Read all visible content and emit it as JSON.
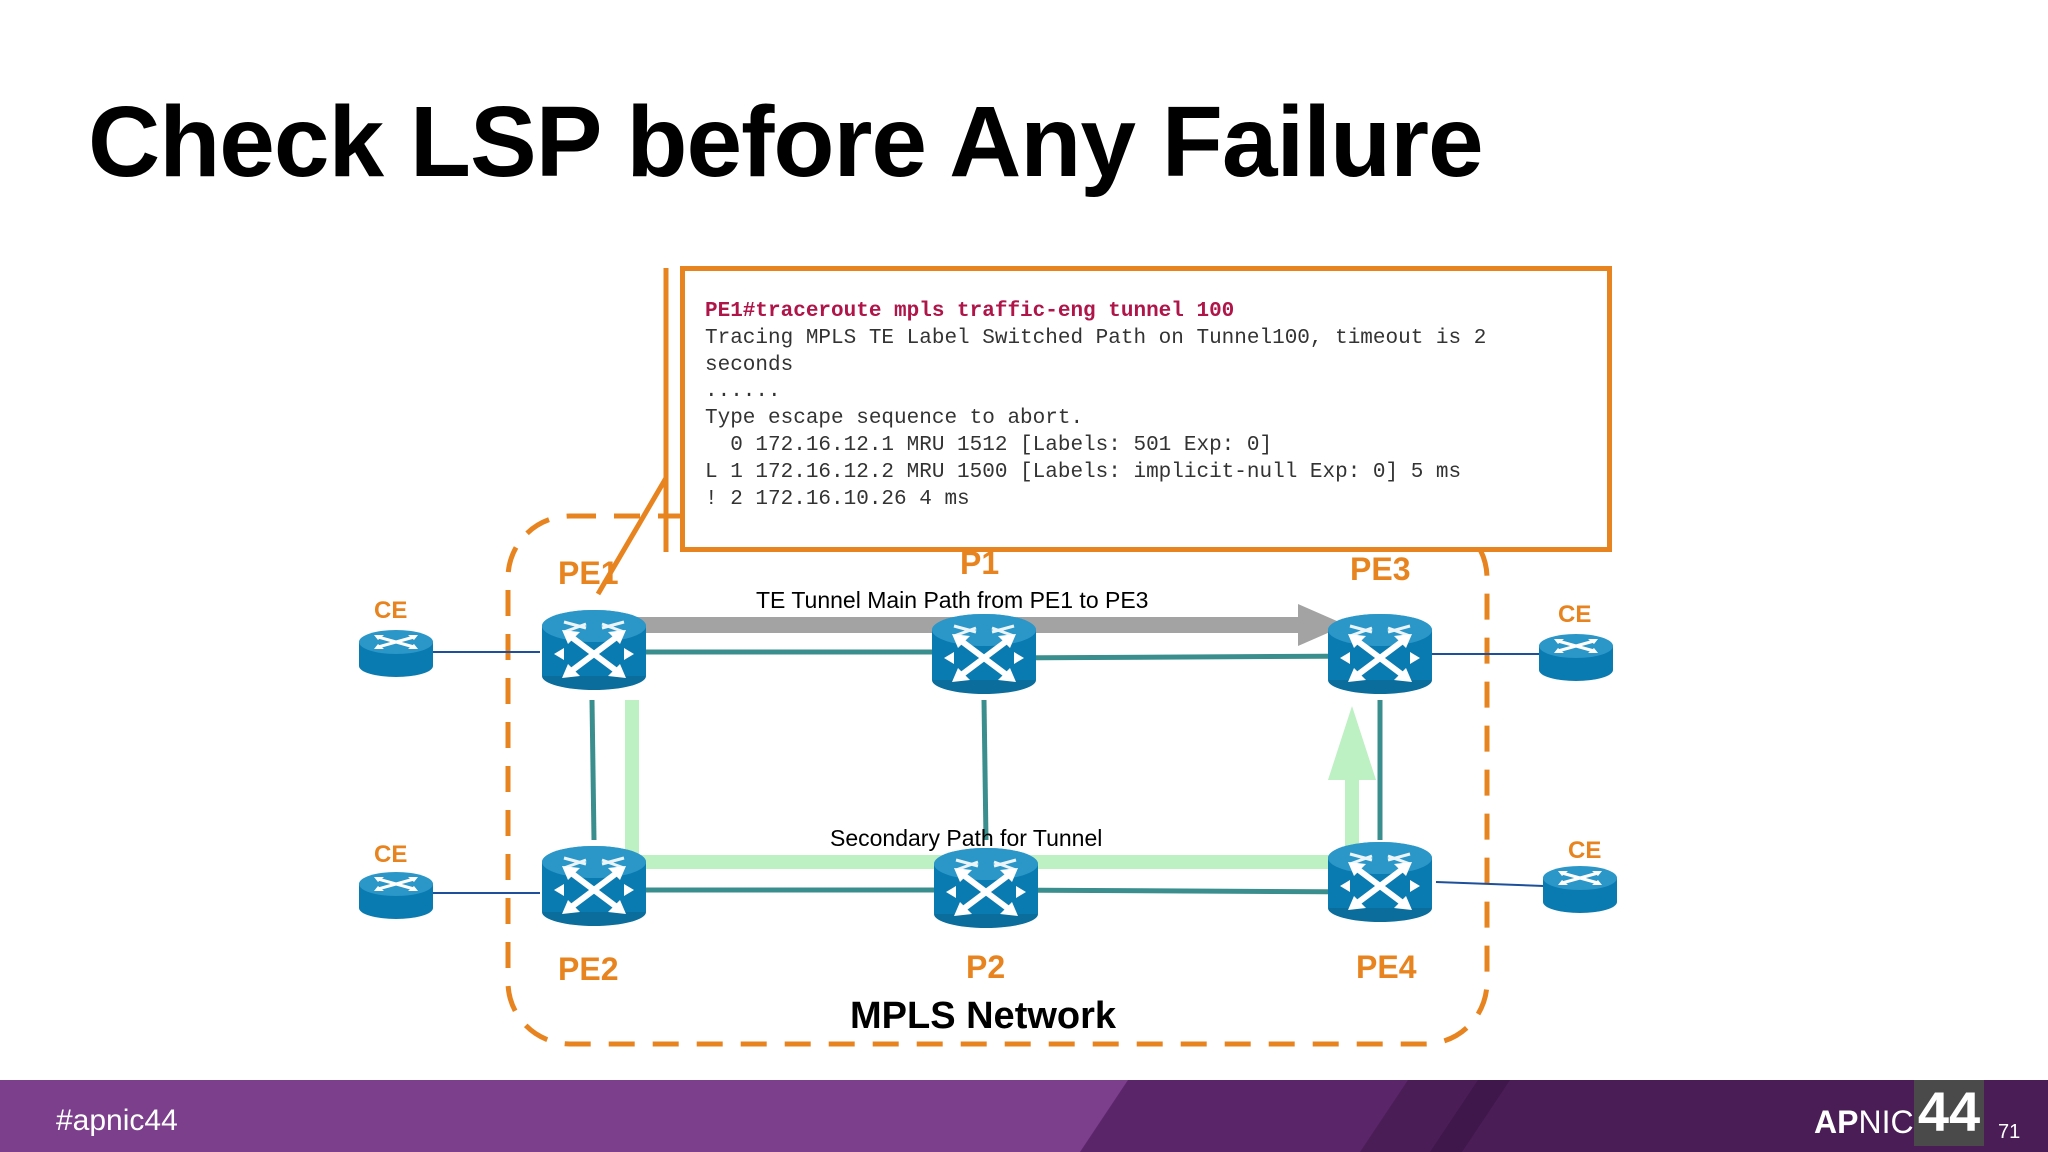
{
  "slide": {
    "title": "Check LSP before Any Failure"
  },
  "terminal": {
    "command": "PE1#traceroute mpls traffic-eng tunnel 100",
    "lines": [
      "Tracing MPLS TE Label Switched Path on Tunnel100, timeout is 2",
      "seconds",
      "......",
      "Type escape sequence to abort.",
      "  0 172.16.12.1 MRU 1512 [Labels: 501 Exp: 0]",
      "L 1 172.16.12.2 MRU 1500 [Labels: implicit-null Exp: 0] 5 ms",
      "! 2 172.16.10.26 4 ms"
    ]
  },
  "diagram": {
    "nodes": {
      "pe1": "PE1",
      "p1": "P1",
      "pe3": "PE3",
      "pe2": "PE2",
      "p2": "P2",
      "pe4": "PE4",
      "ce_top_left": "CE",
      "ce_bottom_left": "CE",
      "ce_top_right": "CE",
      "ce_bottom_right": "CE"
    },
    "main_path_label": "TE Tunnel Main Path from PE1 to PE3",
    "secondary_path_label": "Secondary Path for Tunnel",
    "network_label": "MPLS Network",
    "colors": {
      "accent_orange": "#e8841f",
      "router_blue": "#0a7bb1",
      "link_teal": "#3a8f8e",
      "main_path_gray": "#a3a3a3",
      "secondary_path_green": "#bdf0c2"
    },
    "icon": "router-icon"
  },
  "footer": {
    "hashtag": "#apnic44",
    "brand_ap": "AP",
    "brand_nic": "NIC",
    "event_number": "44",
    "page_number": "71",
    "colors": {
      "purple": "#7b3f8c",
      "dark_purple": "#4a1d57"
    }
  }
}
